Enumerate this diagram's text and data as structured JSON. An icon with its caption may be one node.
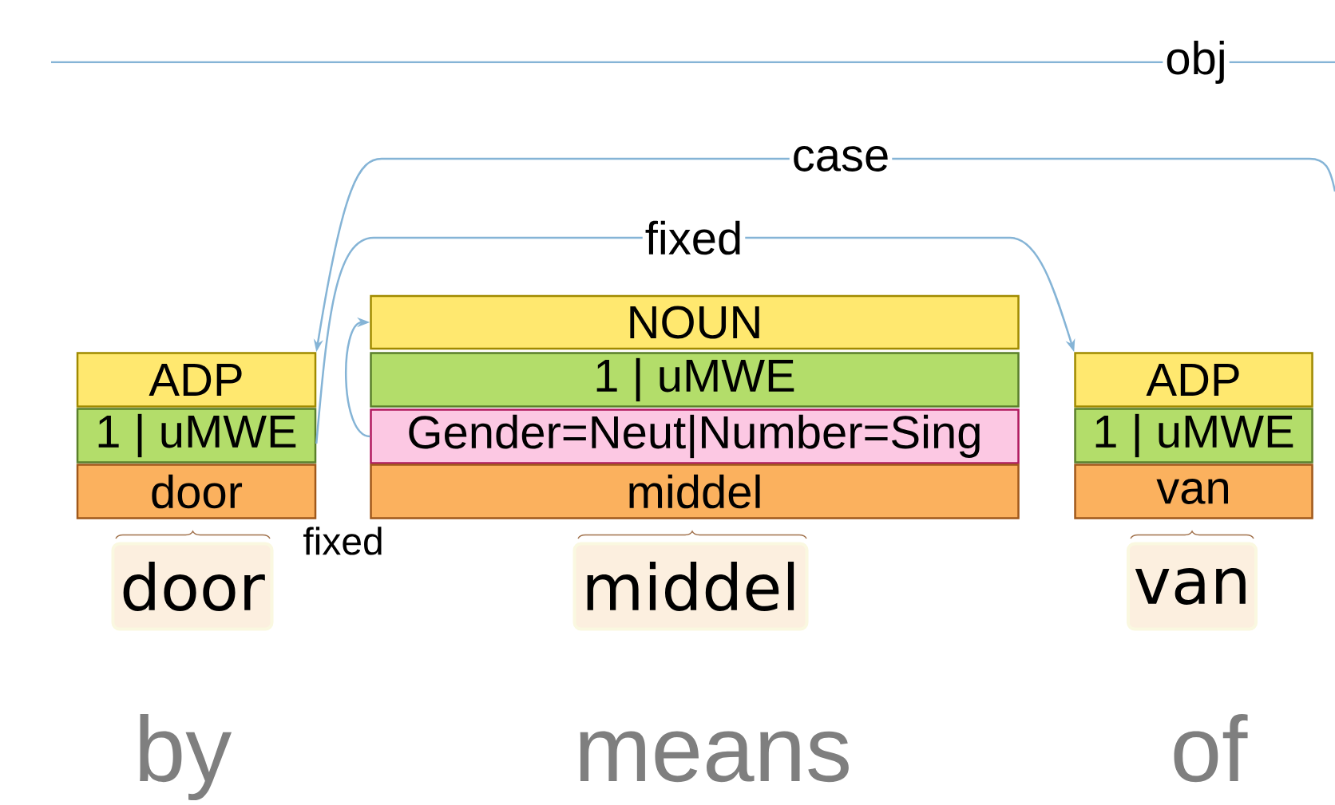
{
  "diagram": {
    "nodes": [
      {
        "text": [
          "ADP"
        ]
      },
      {
        "text": [
          "1 | uMWE"
        ]
      },
      {
        "text": [
          "door"
        ]
      },
      {
        "text": [
          "door"
        ]
      },
      {
        "text": [
          "NOUN"
        ]
      },
      {
        "text": [
          "1 | uMWE"
        ]
      },
      {
        "text": [
          "Gender=Neut|Number=Sing"
        ]
      },
      {
        "text": [
          "middel"
        ]
      },
      {
        "text": [
          "middel"
        ]
      },
      {
        "text": [
          "ADP"
        ]
      },
      {
        "text": [
          "1 | uMWE"
        ]
      },
      {
        "text": [
          "van"
        ]
      },
      {
        "text": [
          "van"
        ]
      }
    ],
    "edges": [
      {
        "from": null,
        "to": 0,
        "arrow": "to",
        "label": "case"
      },
      {
        "from": 1,
        "to": 9,
        "arrow": "to",
        "label": "fixed"
      },
      {
        "from": 6,
        "to": 4,
        "arrow": "to",
        "label": "fixed"
      }
    ],
    "labels": [
      "obj",
      "by",
      "means",
      "of"
    ]
  }
}
